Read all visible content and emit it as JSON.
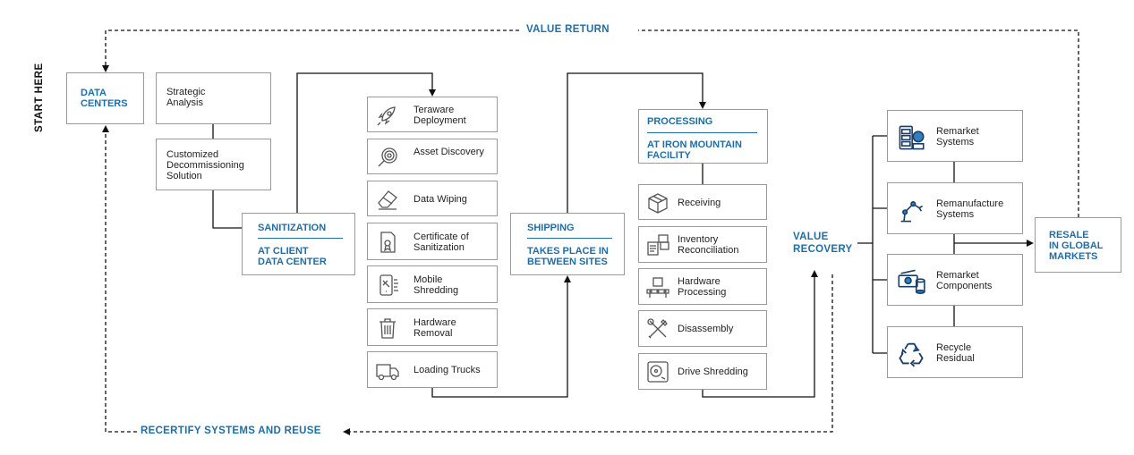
{
  "labels": {
    "value_return": "VALUE RETURN",
    "start_here": "START HERE",
    "recertify": "RECERTIFY SYSTEMS AND REUSE",
    "value_recovery": "VALUE\nRECOVERY"
  },
  "data_centers": "DATA\nCENTERS",
  "planning": {
    "strategic": "Strategic\nAnalysis",
    "customized": "Customized\nDecommissioning\nSolution"
  },
  "sanitization": {
    "title": "SANITIZATION",
    "subtitle": "AT CLIENT\nDATA CENTER"
  },
  "client_steps": [
    {
      "label": "Teraware\nDeployment",
      "icon": "rocket-icon"
    },
    {
      "label": "Asset Discovery",
      "icon": "magnifier-icon"
    },
    {
      "label": "Data Wiping",
      "icon": "eraser-icon"
    },
    {
      "label": "Certificate of\nSanitization",
      "icon": "certificate-icon"
    },
    {
      "label": "Mobile\nShredding",
      "icon": "mobile-shredding-icon"
    },
    {
      "label": "Hardware\nRemoval",
      "icon": "trash-icon"
    },
    {
      "label": "Loading Trucks",
      "icon": "truck-icon"
    }
  ],
  "shipping": {
    "title": "SHIPPING",
    "subtitle": "TAKES PLACE IN\nBETWEEN SITES"
  },
  "processing": {
    "title": "PROCESSING",
    "subtitle": "AT IRON MOUNTAIN\nFACILITY"
  },
  "facility_steps": [
    {
      "label": "Receiving",
      "icon": "box-icon"
    },
    {
      "label": "Inventory\nReconciliation",
      "icon": "inventory-icon"
    },
    {
      "label": "Hardware\nProcessing",
      "icon": "conveyor-icon"
    },
    {
      "label": "Disassembly",
      "icon": "tools-icon"
    },
    {
      "label": "Drive Shredding",
      "icon": "drive-icon"
    }
  ],
  "outcomes": [
    {
      "label": "Remarket\nSystems",
      "icon": "server-icon"
    },
    {
      "label": "Remanufacture\nSystems",
      "icon": "robot-arm-icon"
    },
    {
      "label": "Remarket\nComponents",
      "icon": "components-icon"
    },
    {
      "label": "Recycle\nResidual",
      "icon": "recycle-icon"
    }
  ],
  "resale": "RESALE\nIN GLOBAL\nMARKETS",
  "colors": {
    "accent": "#1f6ea5",
    "line": "#111111",
    "border": "#9a9a9a"
  }
}
